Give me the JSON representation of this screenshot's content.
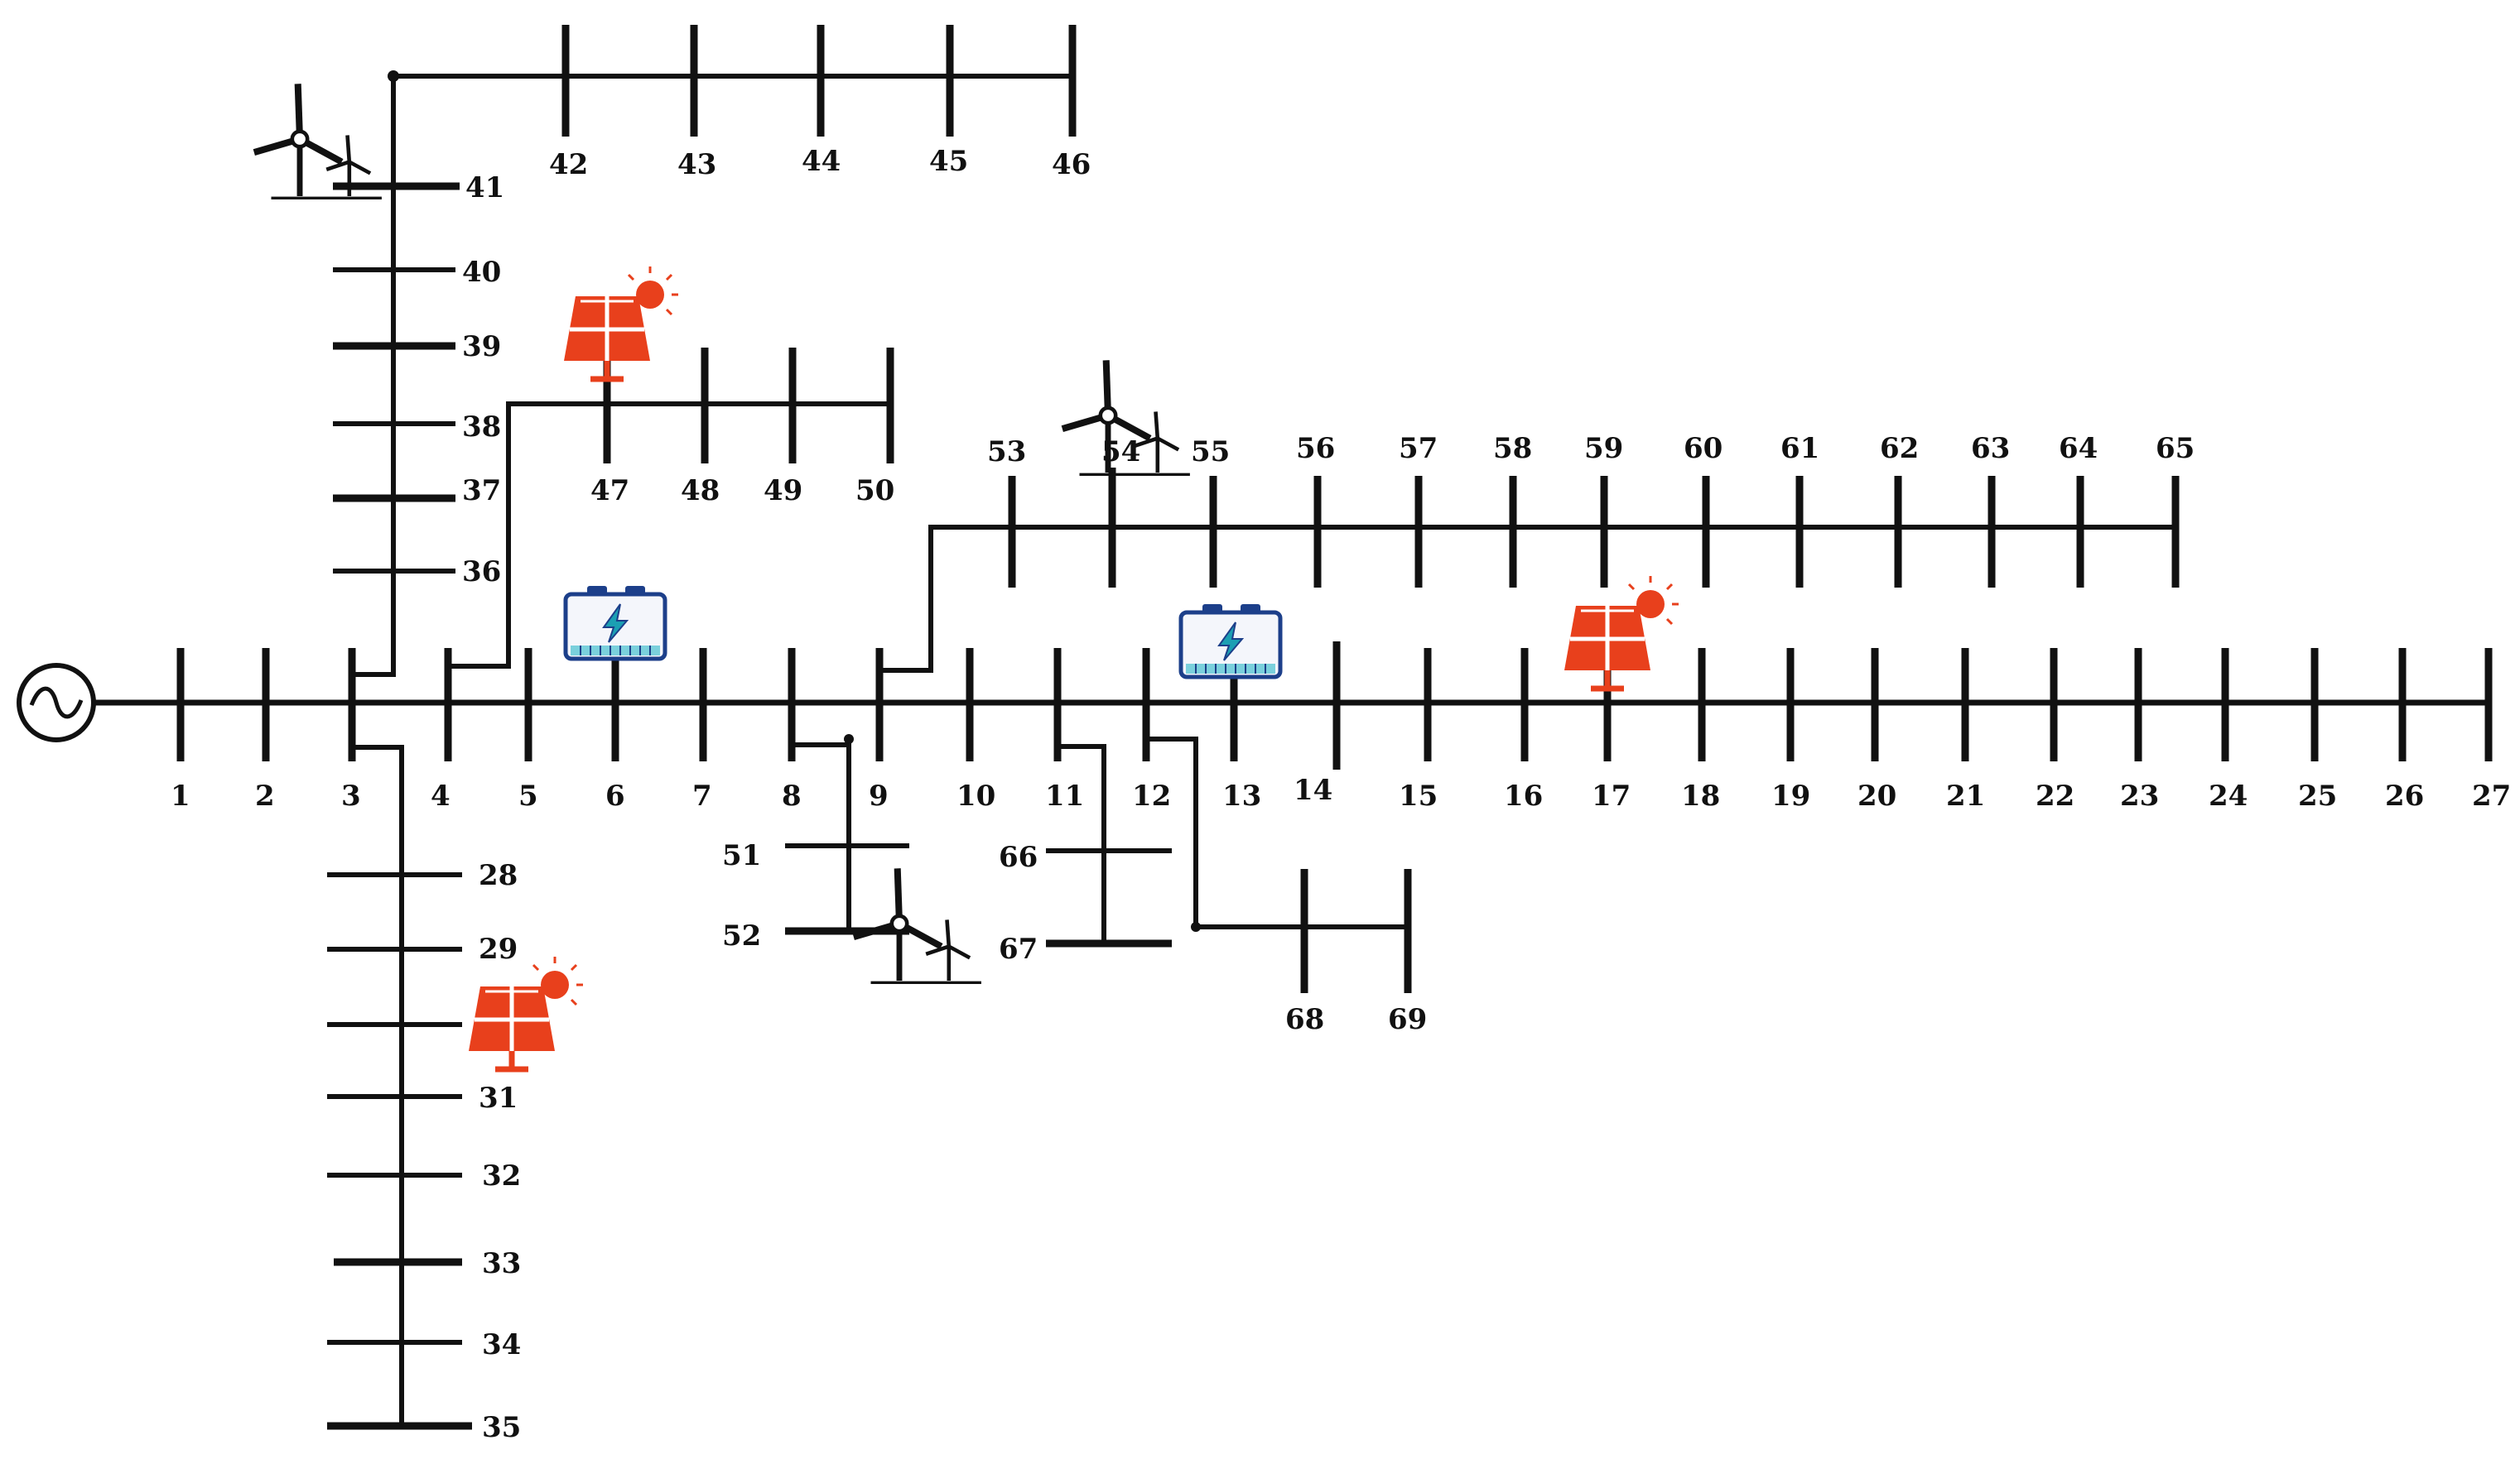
{
  "labels": {
    "b1": "1",
    "b2": "2",
    "b3": "3",
    "b4": "4",
    "b5": "5",
    "b6": "6",
    "b7": "7",
    "b8": "8",
    "b9": "9",
    "b10": "10",
    "b11": "11",
    "b12": "12",
    "b13": "13",
    "b14": "14",
    "b15": "15",
    "b16": "16",
    "b17": "17",
    "b18": "18",
    "b19": "19",
    "b20": "20",
    "b21": "21",
    "b22": "22",
    "b23": "23",
    "b24": "24",
    "b25": "25",
    "b26": "26",
    "b27": "27",
    "b28": "28",
    "b29": "29",
    "b31": "31",
    "b32": "32",
    "b33": "33",
    "b34": "34",
    "b35": "35",
    "b36": "36",
    "b37": "37",
    "b38": "38",
    "b39": "39",
    "b40": "40",
    "b41": "41",
    "b42": "42",
    "b43": "43",
    "b44": "44",
    "b45": "45",
    "b46": "46",
    "b47": "47",
    "b48": "48",
    "b49": "49",
    "b50": "50",
    "b51": "51",
    "b52": "52",
    "b53": "53",
    "b54": "54",
    "b55": "55",
    "b56": "56",
    "b57": "57",
    "b58": "58",
    "b59": "59",
    "b60": "60",
    "b61": "61",
    "b62": "62",
    "b63": "63",
    "b64": "64",
    "b65": "65",
    "b66": "66",
    "b67": "67",
    "b68": "68",
    "b69": "69"
  },
  "colors": {
    "line": "#111111",
    "solar": "#e8401c",
    "battery_frame": "#1c3f8a",
    "battery_fill": "#7ad0dc",
    "battery_bolt": "#1b9fb3"
  },
  "icons": {
    "source": "ac-source-icon",
    "wind": "wind-turbine-icon",
    "solar": "solar-panel-icon",
    "battery": "battery-storage-icon"
  }
}
